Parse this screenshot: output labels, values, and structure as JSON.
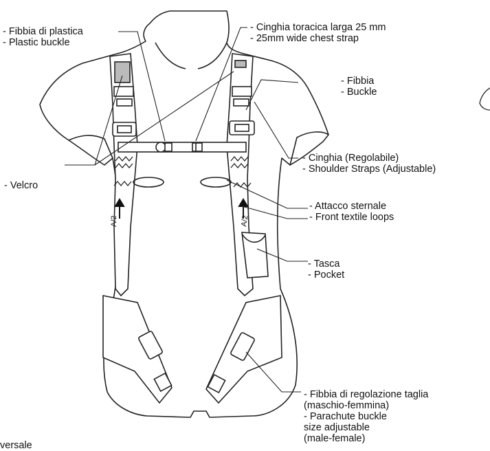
{
  "labels": {
    "plastic_buckle": {
      "it": "- Fibbia di plastica",
      "en": "- Plastic buckle"
    },
    "chest_strap": {
      "it": "- Cinghia toracica larga 25 mm",
      "en": "- 25mm wide chest strap"
    },
    "buckle": {
      "it": "- Fibbia",
      "en": "- Buckle"
    },
    "shoulder_straps": {
      "it": "- Cinghia (Regolabile)",
      "en": "- Shoulder Straps (Adjustable)"
    },
    "velcro": {
      "it": "- Velcro"
    },
    "front_loops": {
      "it": "- Attacco sternale",
      "en": "- Front textile loops"
    },
    "pocket": {
      "it": "- Tasca",
      "en": "- Pocket"
    },
    "size_buckle": {
      "line1": "- Fibbia di regolazione taglia",
      "line2": "(maschio-femmina)",
      "line3": "- Parachute buckle",
      "line4": "size adjustable",
      "line5": "(male-female)"
    },
    "attachment_left": "A/2",
    "attachment_right": "A/2",
    "cut_text": "versale"
  }
}
